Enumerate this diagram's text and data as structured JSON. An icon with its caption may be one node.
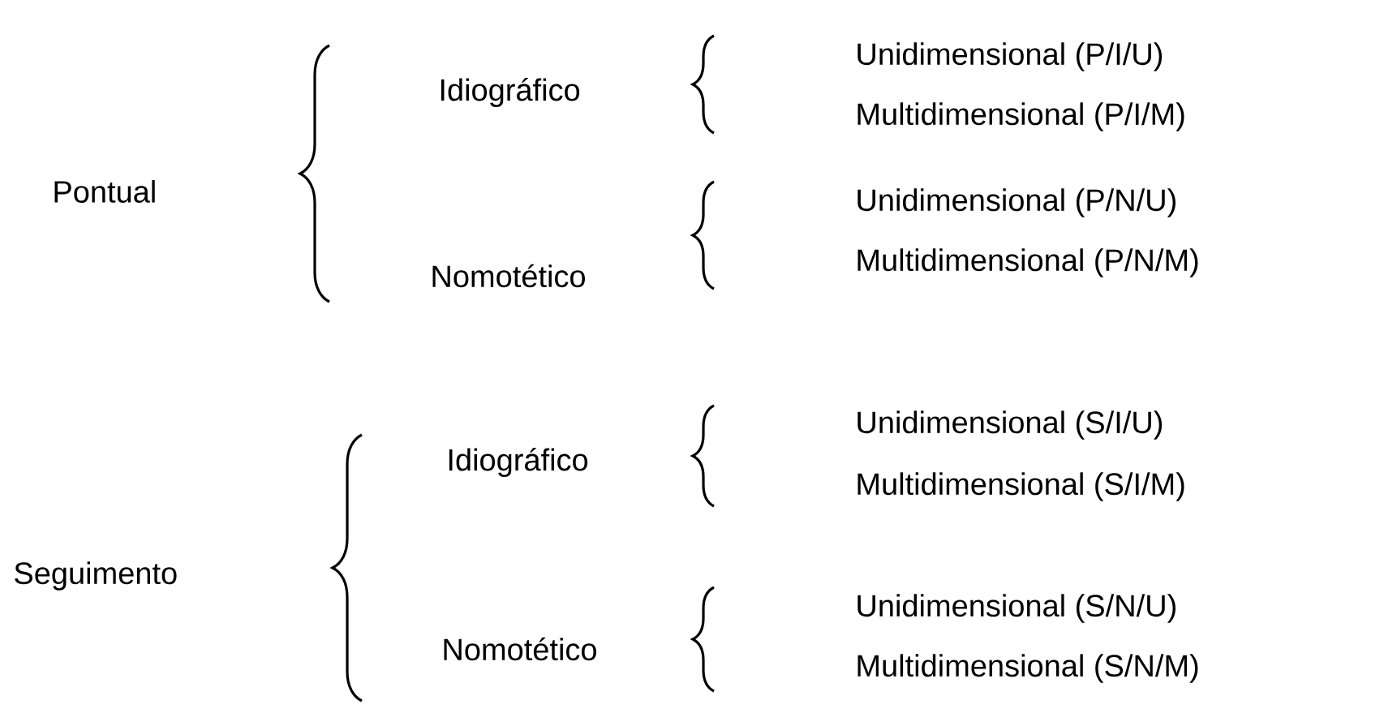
{
  "diagram": {
    "labels": [
      "Pontual",
      "Idiográfico",
      "Unidimensional (P/I/U)",
      "Multidimensional (P/I/M)",
      "Nomotético",
      "Unidimensional (P/N/U)",
      "Multidimensional (P/N/M)",
      "Seguimento",
      "Idiográfico",
      "Unidimensional (S/I/U)",
      "Multidimensional (S/I/M)",
      "Nomotético",
      "Unidimensional (S/N/U)",
      "Multidimensional (S/N/M)"
    ]
  }
}
